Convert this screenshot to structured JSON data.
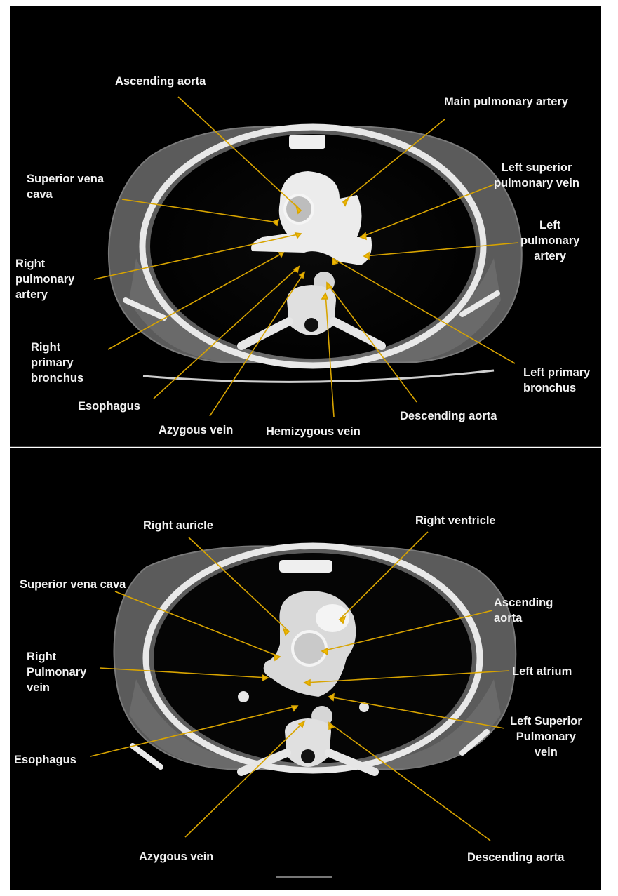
{
  "colors": {
    "background": "#000000",
    "leader": "#d8a400",
    "label": "#f2f2f2"
  },
  "top_panel": {
    "labels": {
      "ascending_aorta": "Ascending aorta",
      "main_pulmonary_artery": "Main pulmonary artery",
      "superior_vena_cava": "Superior vena\ncava",
      "left_superior_pulmonary_vein": "Left superior\npulmonary vein",
      "left_pulmonary_artery": "Left\npulmonary\nartery",
      "right_pulmonary_artery": "Right\npulmonary\nartery",
      "right_primary_bronchus": "Right\nprimary\nbronchus",
      "esophagus": "Esophagus",
      "azygous_vein": "Azygous vein",
      "hemizygous_vein": "Hemizygous vein",
      "descending_aorta": "Descending aorta",
      "left_primary_bronchus": "Left primary\nbronchus"
    }
  },
  "bottom_panel": {
    "labels": {
      "right_auricle": "Right auricle",
      "right_ventricle": "Right ventricle",
      "superior_vena_cava": "Superior vena cava",
      "ascending_aorta": "Ascending\naorta",
      "right_pulmonary_vein": "Right\nPulmonary\nvein",
      "left_atrium": "Left atrium",
      "left_superior_pulmonary_vein": "Left Superior\nPulmonary\nvein",
      "esophagus": "Esophagus",
      "azygous_vein": "Azygous vein",
      "descending_aorta": "Descending aorta"
    }
  }
}
